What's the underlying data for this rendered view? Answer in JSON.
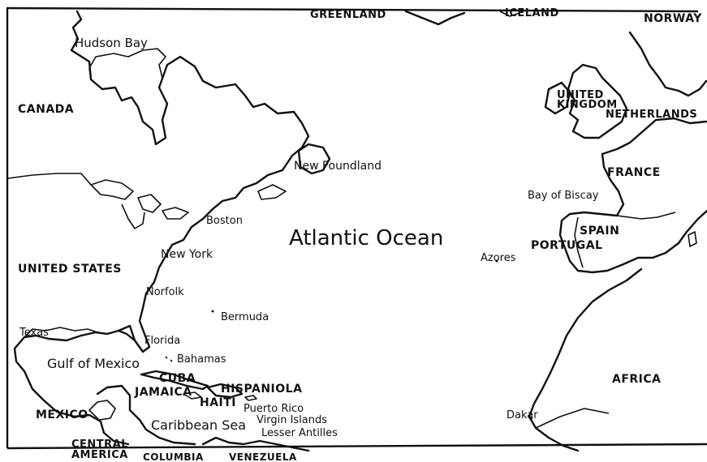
{
  "labels": {
    "greenland": "GREENLAND",
    "iceland": "ICELAND",
    "norway": "NORWAY",
    "hudson_bay": "Hudson Bay",
    "canada": "CANADA",
    "united": "UNITED",
    "kingdom": "KINGDOM",
    "netherlands": "NETHERLANDS",
    "new_foundland": "New Foundland",
    "france": "FRANCE",
    "bay_of_biscay": "Bay of Biscay",
    "boston": "Boston",
    "atlantic_ocean": "Atlantic Ocean",
    "spain": "SPAIN",
    "portugal": "PORTUGAL",
    "new_york": "New York",
    "azores": "Azores",
    "united_states": "UNITED STATES",
    "norfolk": "Norfolk",
    "bermuda": "Bermuda",
    "texas": "Texas",
    "florida": "Florida",
    "gulf_of_mexico": "Gulf of Mexico",
    "bahamas": "Bahamas",
    "cuba": "CUBA",
    "jamaica": "JAMAICA",
    "hispaniola": "HISPANIOLA",
    "haiti": "HAITI",
    "africa": "AFRICA",
    "puerto_rico": "Puerto Rico",
    "mexico": "MEXICO",
    "caribbean_sea": "Caribbean Sea",
    "virgin_islands": "Virgin Islands",
    "lesser_antilles": "Lesser Antilles",
    "dakar": "Dakar",
    "central": "CENTRAL",
    "america": "AMERICA",
    "columbia": "COLUMBIA",
    "venezuela": "VENEZUELA"
  }
}
